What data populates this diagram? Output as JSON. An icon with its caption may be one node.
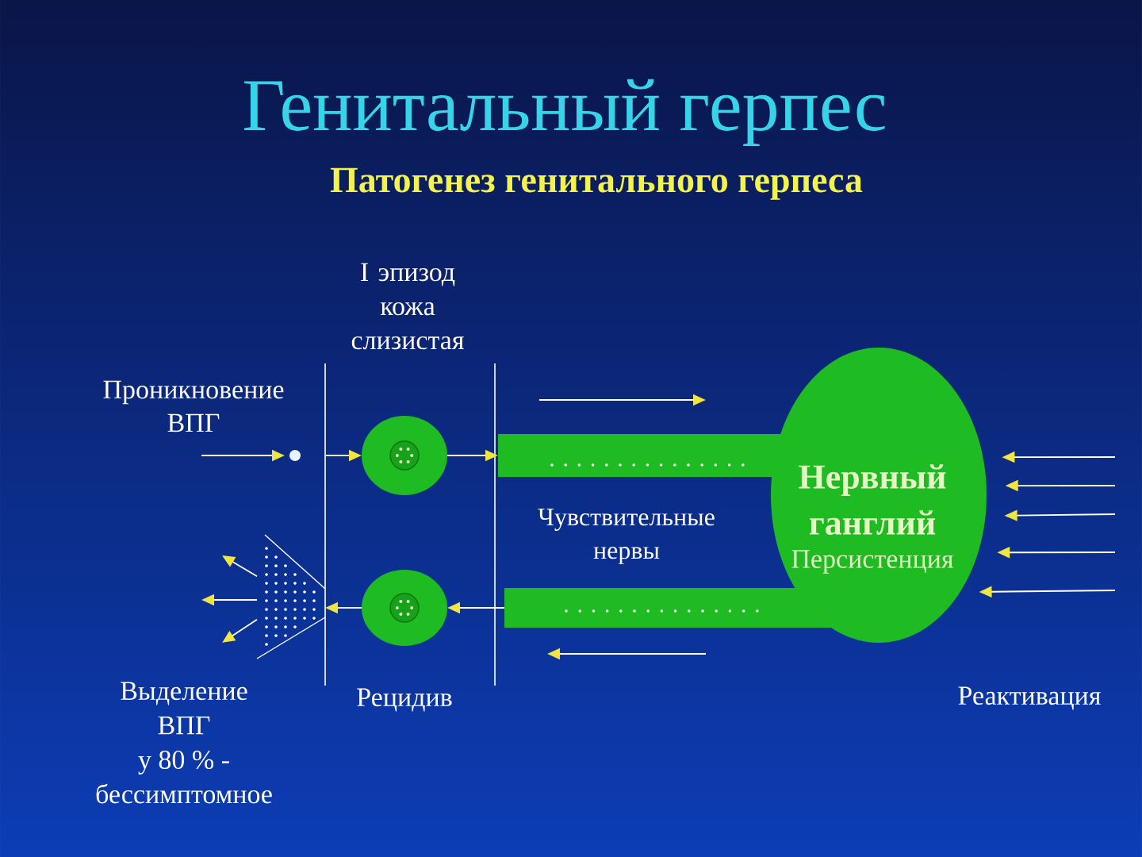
{
  "diagram": {
    "title": "Генитальный герпес",
    "nodes": [
      {
        "text": [],
        "shape": "circle"
      },
      {
        "text": [],
        "shape": "circle"
      },
      {
        "text": [],
        "shape": "bar"
      },
      {
        "text": [
          "Нервный ганглий",
          "Персистенция"
        ]
      },
      {
        "text": [],
        "shape": "bar"
      },
      {
        "text": [],
        "shape": "circle"
      },
      {
        "text": [],
        "shape": "triangle"
      }
    ],
    "edges": [
      {
        "from": null,
        "to": 0,
        "arrow": "to"
      },
      {
        "from": 0,
        "to": 1,
        "arrow": "to"
      },
      {
        "from": 1,
        "to": 2,
        "arrow": "to"
      },
      {
        "from": 4,
        "to": 5,
        "arrow": "to"
      },
      {
        "from": 5,
        "to": 6,
        "arrow": "to"
      },
      {
        "from": 6,
        "to": null,
        "arrow": "to"
      },
      {
        "from": 6,
        "to": null,
        "arrow": "to"
      },
      {
        "from": 6,
        "to": null,
        "arrow": "to"
      },
      {
        "from": null,
        "to": 3,
        "arrow": "to"
      },
      {
        "from": null,
        "to": 3,
        "arrow": "to"
      },
      {
        "from": null,
        "to": 3,
        "arrow": "to"
      },
      {
        "from": null,
        "to": 3,
        "arrow": "to"
      },
      {
        "from": null,
        "to": 3,
        "arrow": "to"
      }
    ],
    "labels": [
      "Патогенез генитального герпеса",
      "I эпизод кожа слизистая",
      "Проникновение ВПГ",
      "Чувствительные нервы",
      "Выделение ВПГ у 80 % - бессимптомное",
      "Рецидив",
      "Реактивация"
    ]
  }
}
